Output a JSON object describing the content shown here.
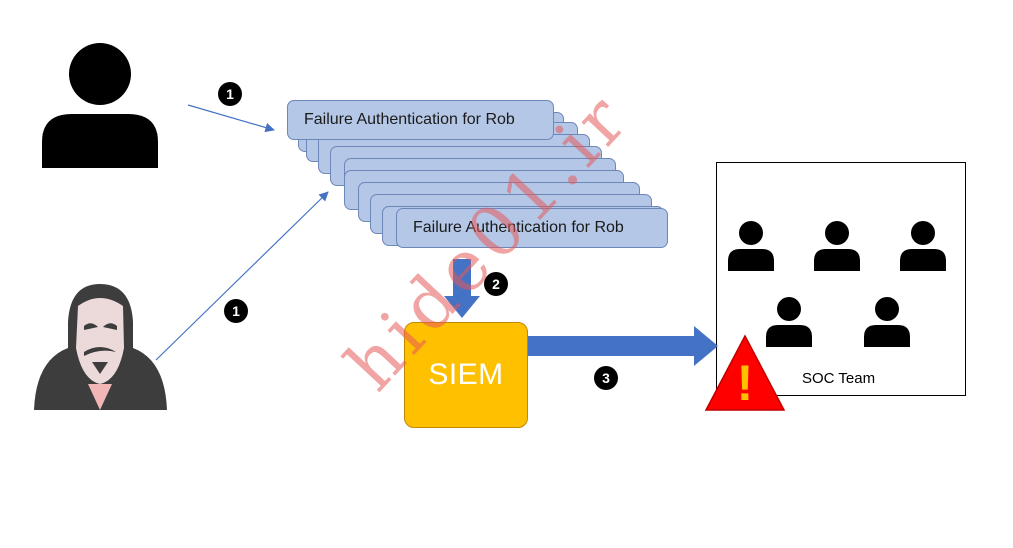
{
  "log_cards": {
    "top_label": "Failure Authentication for Rob",
    "bottom_label": "Failure Authentication for Rob"
  },
  "siem": {
    "label": "SIEM"
  },
  "soc": {
    "label": "SOC Team"
  },
  "steps": {
    "one_a": "1",
    "one_b": "1",
    "two": "2",
    "three": "3"
  },
  "watermark": "hide01.ir",
  "alert": {
    "symbol": "!"
  },
  "icons": [
    "user-icon",
    "anonymous-hacker-icon",
    "warning-icon",
    "soc-member-icon"
  ],
  "colors": {
    "card_fill": "#b4c7e7",
    "card_border": "#6d87b8",
    "siem_fill": "#ffc000",
    "flow_arrow": "#4472c4",
    "alert_red": "#ff0000",
    "alert_mark": "#ffc000"
  }
}
